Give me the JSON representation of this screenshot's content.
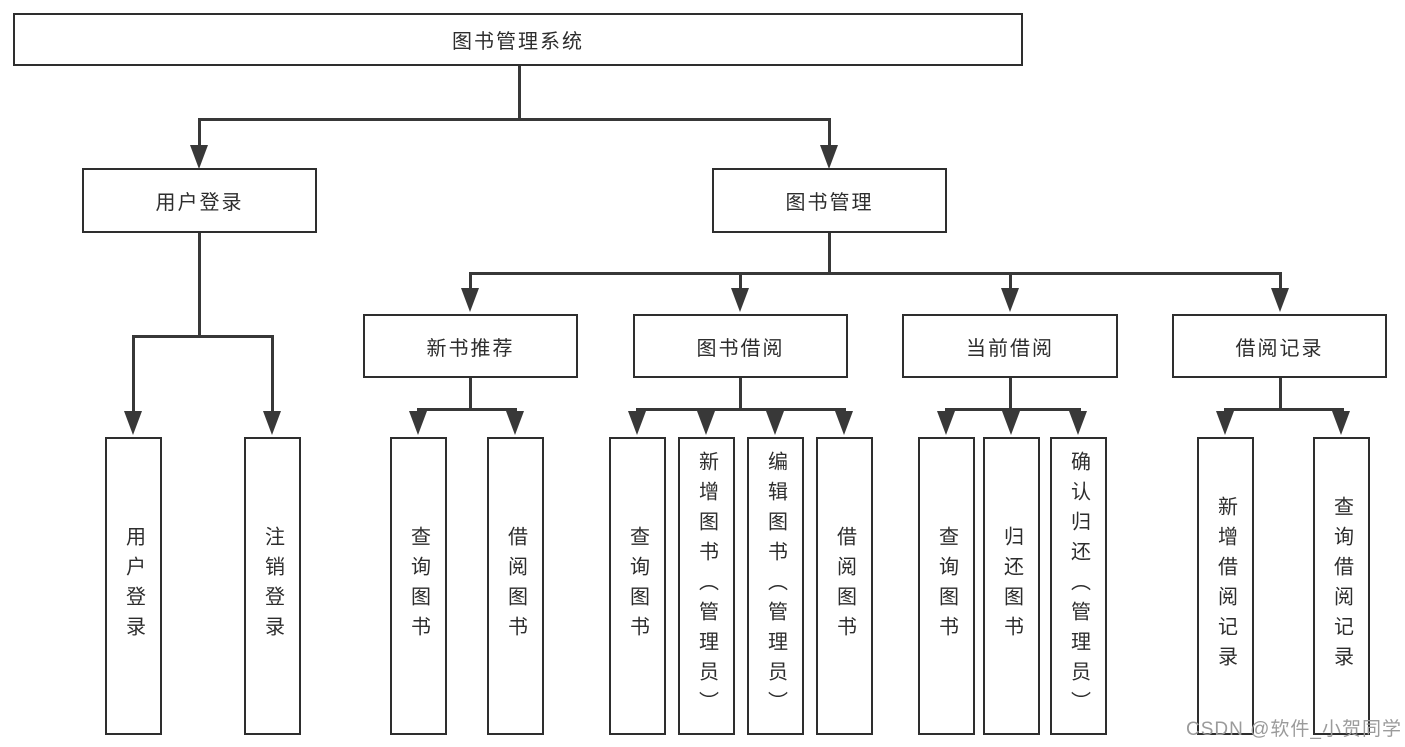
{
  "tree": {
    "label": "图书管理系统",
    "children": [
      {
        "label": "用户登录",
        "children": [
          {
            "label": "用户登录"
          },
          {
            "label": "注销登录"
          }
        ]
      },
      {
        "label": "图书管理",
        "children": [
          {
            "label": "新书推荐",
            "children": [
              {
                "label": "查询图书"
              },
              {
                "label": "借阅图书"
              }
            ]
          },
          {
            "label": "图书借阅",
            "children": [
              {
                "label": "查询图书"
              },
              {
                "label": "新增图书（管理员）"
              },
              {
                "label": "编辑图书（管理员）"
              },
              {
                "label": "借阅图书"
              }
            ]
          },
          {
            "label": "当前借阅",
            "children": [
              {
                "label": "查询图书"
              },
              {
                "label": "归还图书"
              },
              {
                "label": "确认归还（管理员）"
              }
            ]
          },
          {
            "label": "借阅记录",
            "children": [
              {
                "label": "新增借阅记录"
              },
              {
                "label": "查询借阅记录"
              }
            ]
          }
        ]
      }
    ]
  },
  "watermark": "CSDN @软件_小贺同学",
  "colors": {
    "background": "#ffffff",
    "line": "#383838",
    "box_border": "#2e2e2e",
    "text": "#2d2d2d",
    "watermark": "#9b9b9b"
  }
}
